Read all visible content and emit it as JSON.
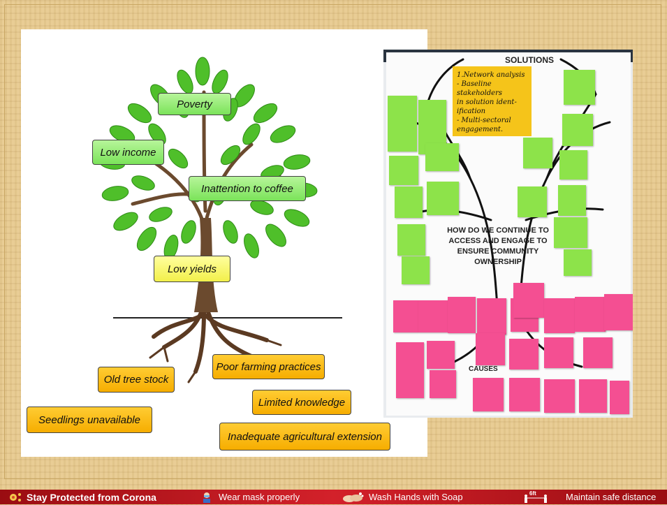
{
  "tree_diagram": {
    "labels": {
      "poverty": "Poverty",
      "low_income": "Low income",
      "inattention": "Inattention to coffee",
      "low_yields": "Low yields",
      "old_tree_stock": "Old tree stock",
      "poor_farming": "Poor farming practices",
      "limited_knowledge": "Limited knowledge",
      "seedlings": "Seedlings unavailable",
      "extension": "Inadequate agricultural extension"
    }
  },
  "photo": {
    "solutions_title": "SOLUTIONS",
    "yellow_note": "1.Network analysis\n- Baseline stakeholders\nin solution ident-\nification\n- Multi-sectoral\nengagement.",
    "question": "HOW DO WE CONTINUE TO ACCESS AND ENGAGE TO ENSURE COMMUNITY OWNERSHIP",
    "causes_title": "CAUSES"
  },
  "banner": {
    "item1": "Stay Protected from Corona",
    "item2": "Wear mask properly",
    "item3": "Wash Hands with Soap",
    "item4": "Maintain safe distance",
    "distance_label": "6ft"
  },
  "colors": {
    "leaf_green": "#52c42a",
    "trunk_brown": "#6b4a2e",
    "banner_red": "#c8161e"
  }
}
